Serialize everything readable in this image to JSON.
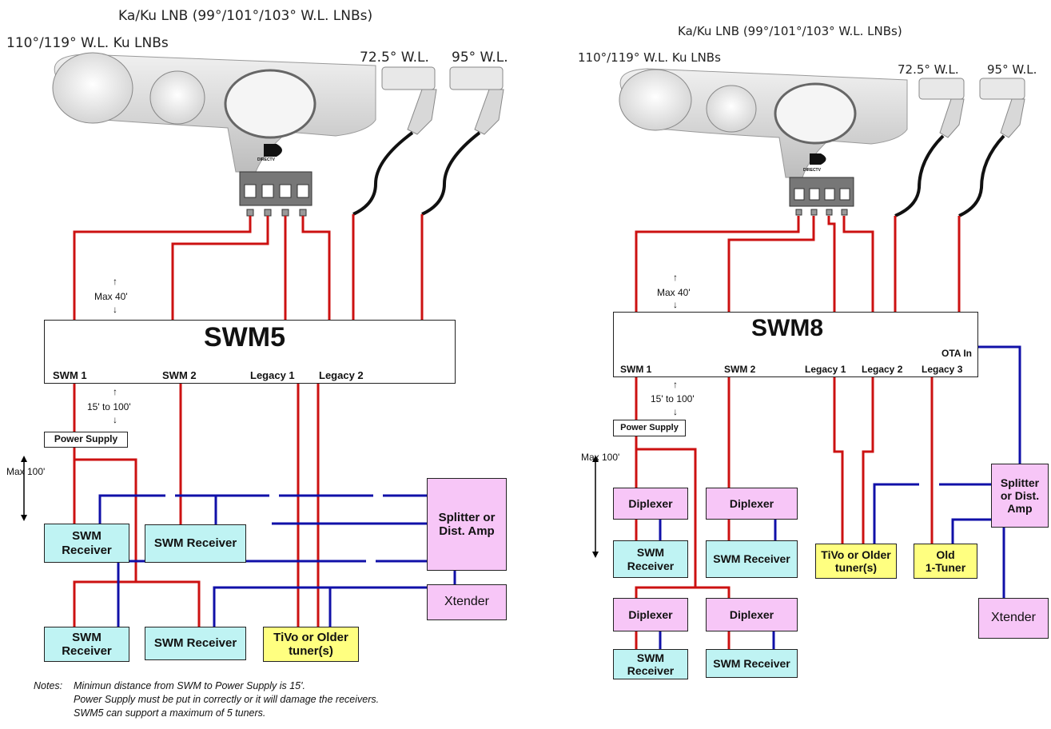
{
  "left": {
    "labels": {
      "kaku": "Ka/Ku LNB (99°/101°/103° W.L. LNBs)",
      "ku": "110°/119° W.L. Ku LNBs",
      "sat72": "72.5° W.L.",
      "sat95": "95° W.L.",
      "dish_logo": "DIRECTV"
    },
    "max40": "Max 40'",
    "max100": "Max 100'",
    "range15": "15' to 100'",
    "multiswitch": {
      "title": "SWM5",
      "ports": [
        "SWM 1",
        "SWM 2",
        "Legacy 1",
        "Legacy 2"
      ]
    },
    "power_supply": "Power Supply",
    "boxes": {
      "swm_receiver_1": "SWM\nReceiver",
      "swm_receiver_2": "SWM Receiver",
      "swm_receiver_3": "SWM\nReceiver",
      "swm_receiver_4": "SWM Receiver",
      "tivo": "TiVo or Older\ntuner(s)",
      "splitter": "Splitter or\nDist. Amp",
      "xtender": "Xtender"
    },
    "notes_label": "Notes:",
    "notes": [
      "Minimun distance from SWM to Power Supply is 15'.",
      "Power Supply must be put in correctly or it will damage the receivers.",
      "SWM5 can support a maximum of 5 tuners."
    ]
  },
  "right": {
    "labels": {
      "kaku": "Ka/Ku LNB (99°/101°/103° W.L. LNBs)",
      "ku": "110°/119° W.L. Ku LNBs",
      "sat72": "72.5° W.L.",
      "sat95": "95° W.L.",
      "dish_logo": "DIRECTV"
    },
    "max40": "Max 40'",
    "max100": "Max 100'",
    "range15": "15' to 100'",
    "multiswitch": {
      "title": "SWM8",
      "ota": "OTA In",
      "ports": [
        "SWM 1",
        "SWM 2",
        "Legacy 1",
        "Legacy 2",
        "Legacy 3"
      ]
    },
    "power_supply": "Power Supply",
    "boxes": {
      "diplexer_1": "Diplexer",
      "diplexer_2": "Diplexer",
      "diplexer_3": "Diplexer",
      "diplexer_4": "Diplexer",
      "swm_receiver_1": "SWM\nReceiver",
      "swm_receiver_2": "SWM Receiver",
      "swm_receiver_3": "SWM\nReceiver",
      "swm_receiver_4": "SWM Receiver",
      "tivo": "TiVo or Older\ntuner(s)",
      "old_tuner": "Old\n1-Tuner",
      "splitter": "Splitter\nor Dist.\nAmp",
      "xtender": "Xtender"
    }
  },
  "colors": {
    "satellite_cable": "#cc1111",
    "ota_cable": "#1010a8",
    "receiver_fill": "#bff3f3",
    "splitter_fill": "#f7c6f7",
    "legacy_fill": "#ffff80"
  }
}
